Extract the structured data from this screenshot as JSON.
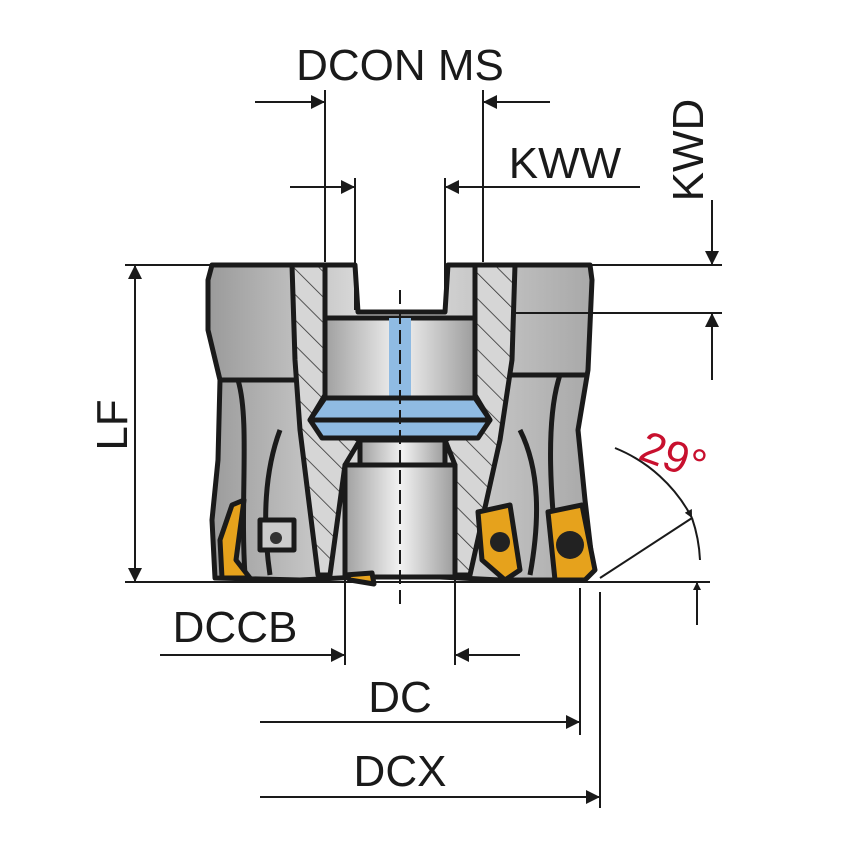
{
  "labels": {
    "dcon_ms": "DCON MS",
    "kww": "KWW",
    "kwd": "KWD",
    "lf": "LF",
    "dccb": "DCCB",
    "dc": "DC",
    "dcx": "DCX",
    "angle": "29°"
  },
  "colors": {
    "body": "#b9b9b9",
    "coolant": "#8fbbe3",
    "insert": "#e6a21c",
    "angle_text": "#c8102e"
  }
}
